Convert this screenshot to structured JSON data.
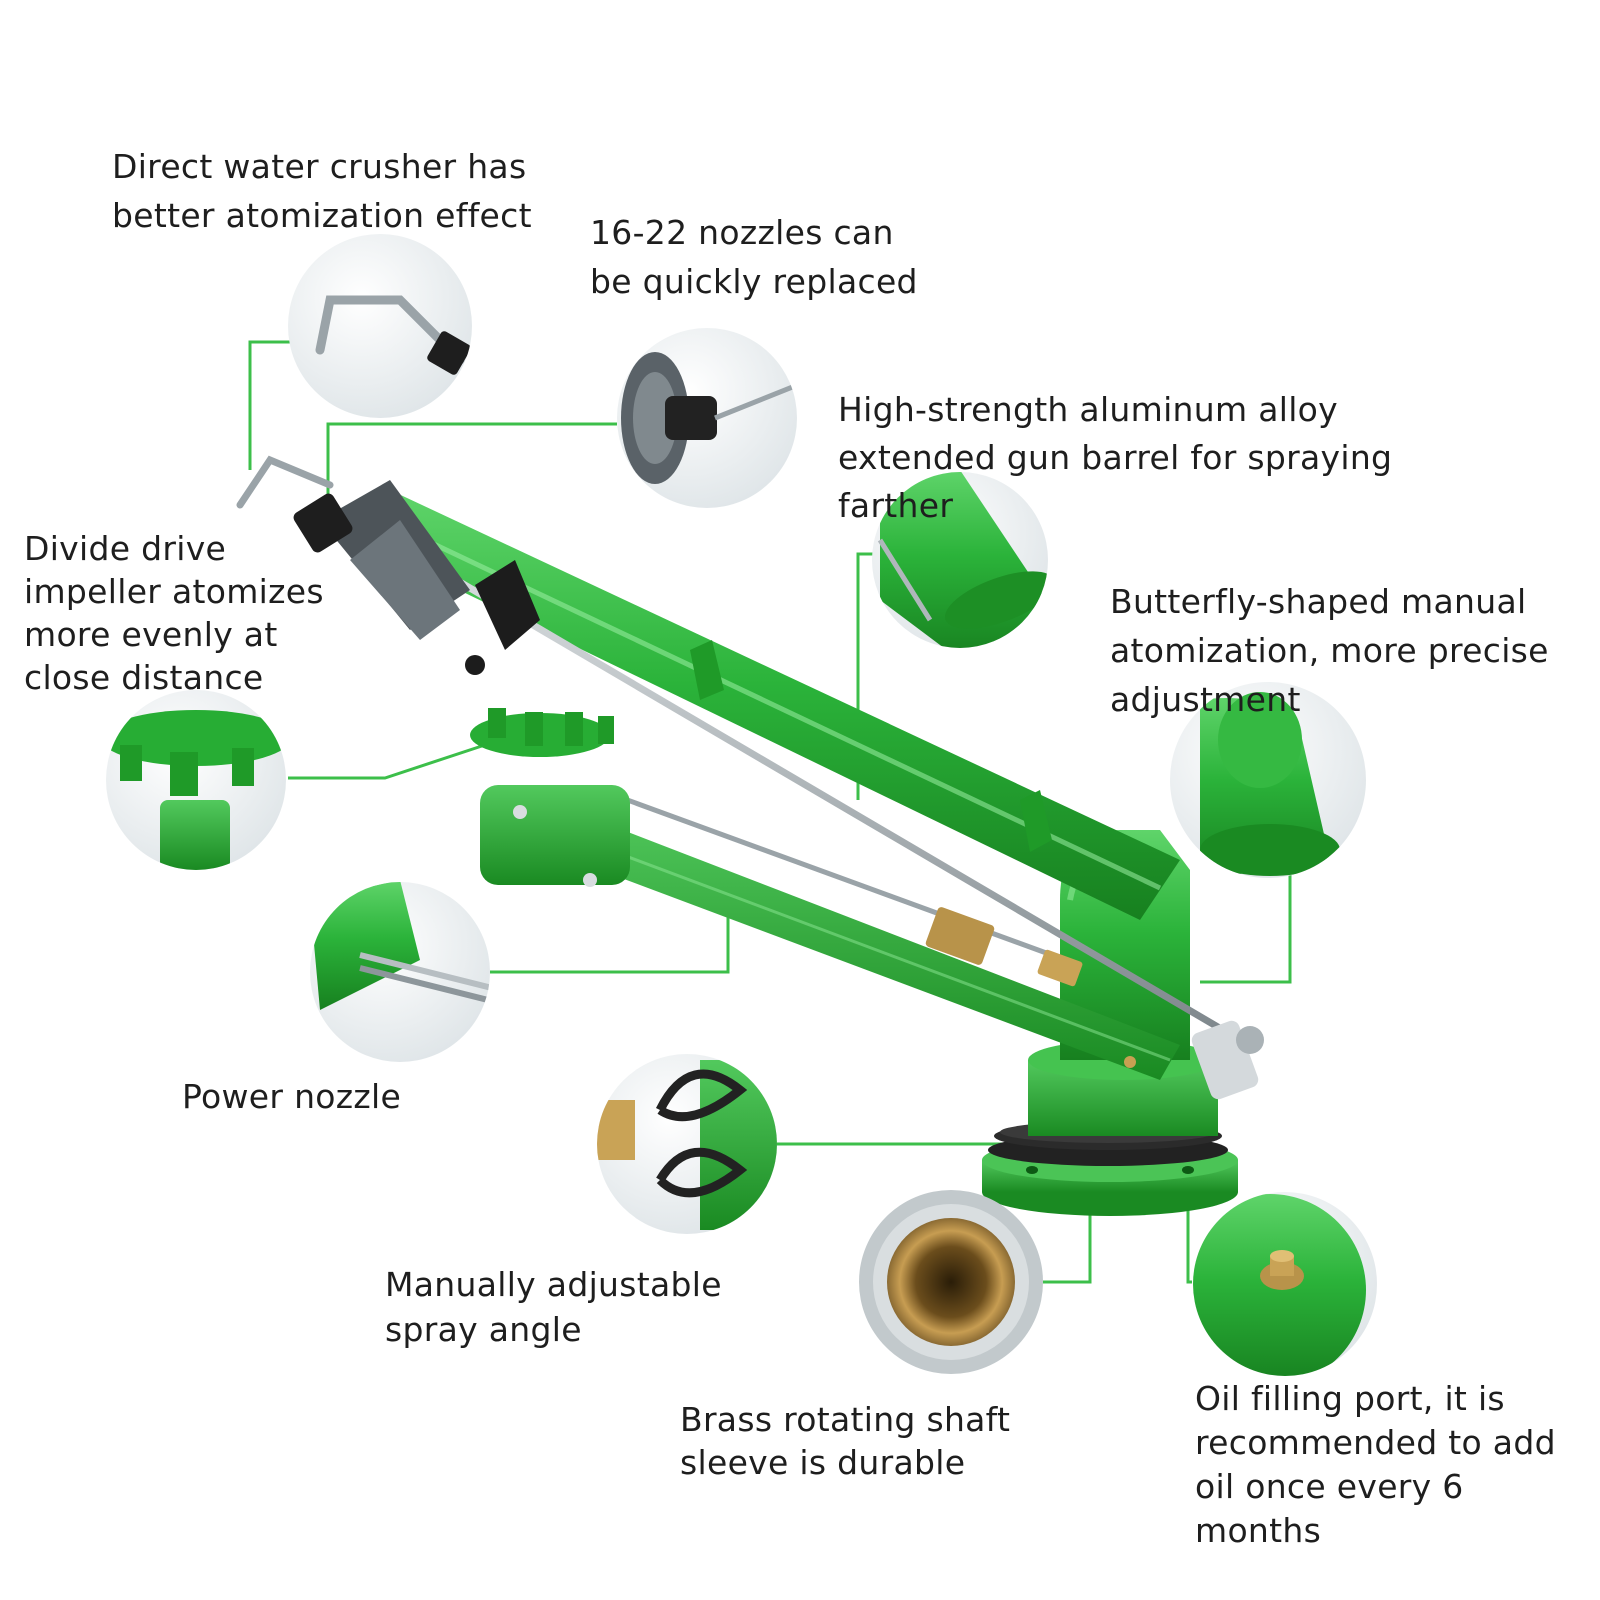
{
  "colors": {
    "accent_green": "#2bb33a",
    "leader_line": "#3cbf4a",
    "text": "#1e1e1e",
    "brass": "#b8934a",
    "steel": "#9aa3a8"
  },
  "callouts": {
    "crusher": [
      "Direct water crusher has",
      "better atomization effect"
    ],
    "nozzles": [
      "16-22 nozzles can",
      "be quickly replaced"
    ],
    "barrel": [
      "High-strength aluminum alloy",
      "extended gun barrel for spraying",
      "farther"
    ],
    "impeller": [
      "Divide drive",
      "impeller atomizes",
      "more evenly at",
      "close distance"
    ],
    "butterfly": [
      "Butterfly-shaped manual",
      "atomization, more precise",
      "adjustment"
    ],
    "power": [
      "Power nozzle"
    ],
    "angle": [
      "Manually adjustable",
      "spray angle"
    ],
    "brass": [
      "Brass rotating shaft",
      "sleeve is durable"
    ],
    "oil": [
      "Oil filling port, it is",
      "recommended to add",
      "oil once every 6",
      "months"
    ]
  },
  "icons": {
    "main": "rain-gun-sprinkler",
    "details": [
      "crusher-hook-detail",
      "nozzle-detail",
      "barrel-detail",
      "impeller-detail",
      "butterfly-adjuster-detail",
      "power-nozzle-detail",
      "angle-spring-detail",
      "brass-sleeve-detail",
      "oil-port-detail"
    ]
  }
}
